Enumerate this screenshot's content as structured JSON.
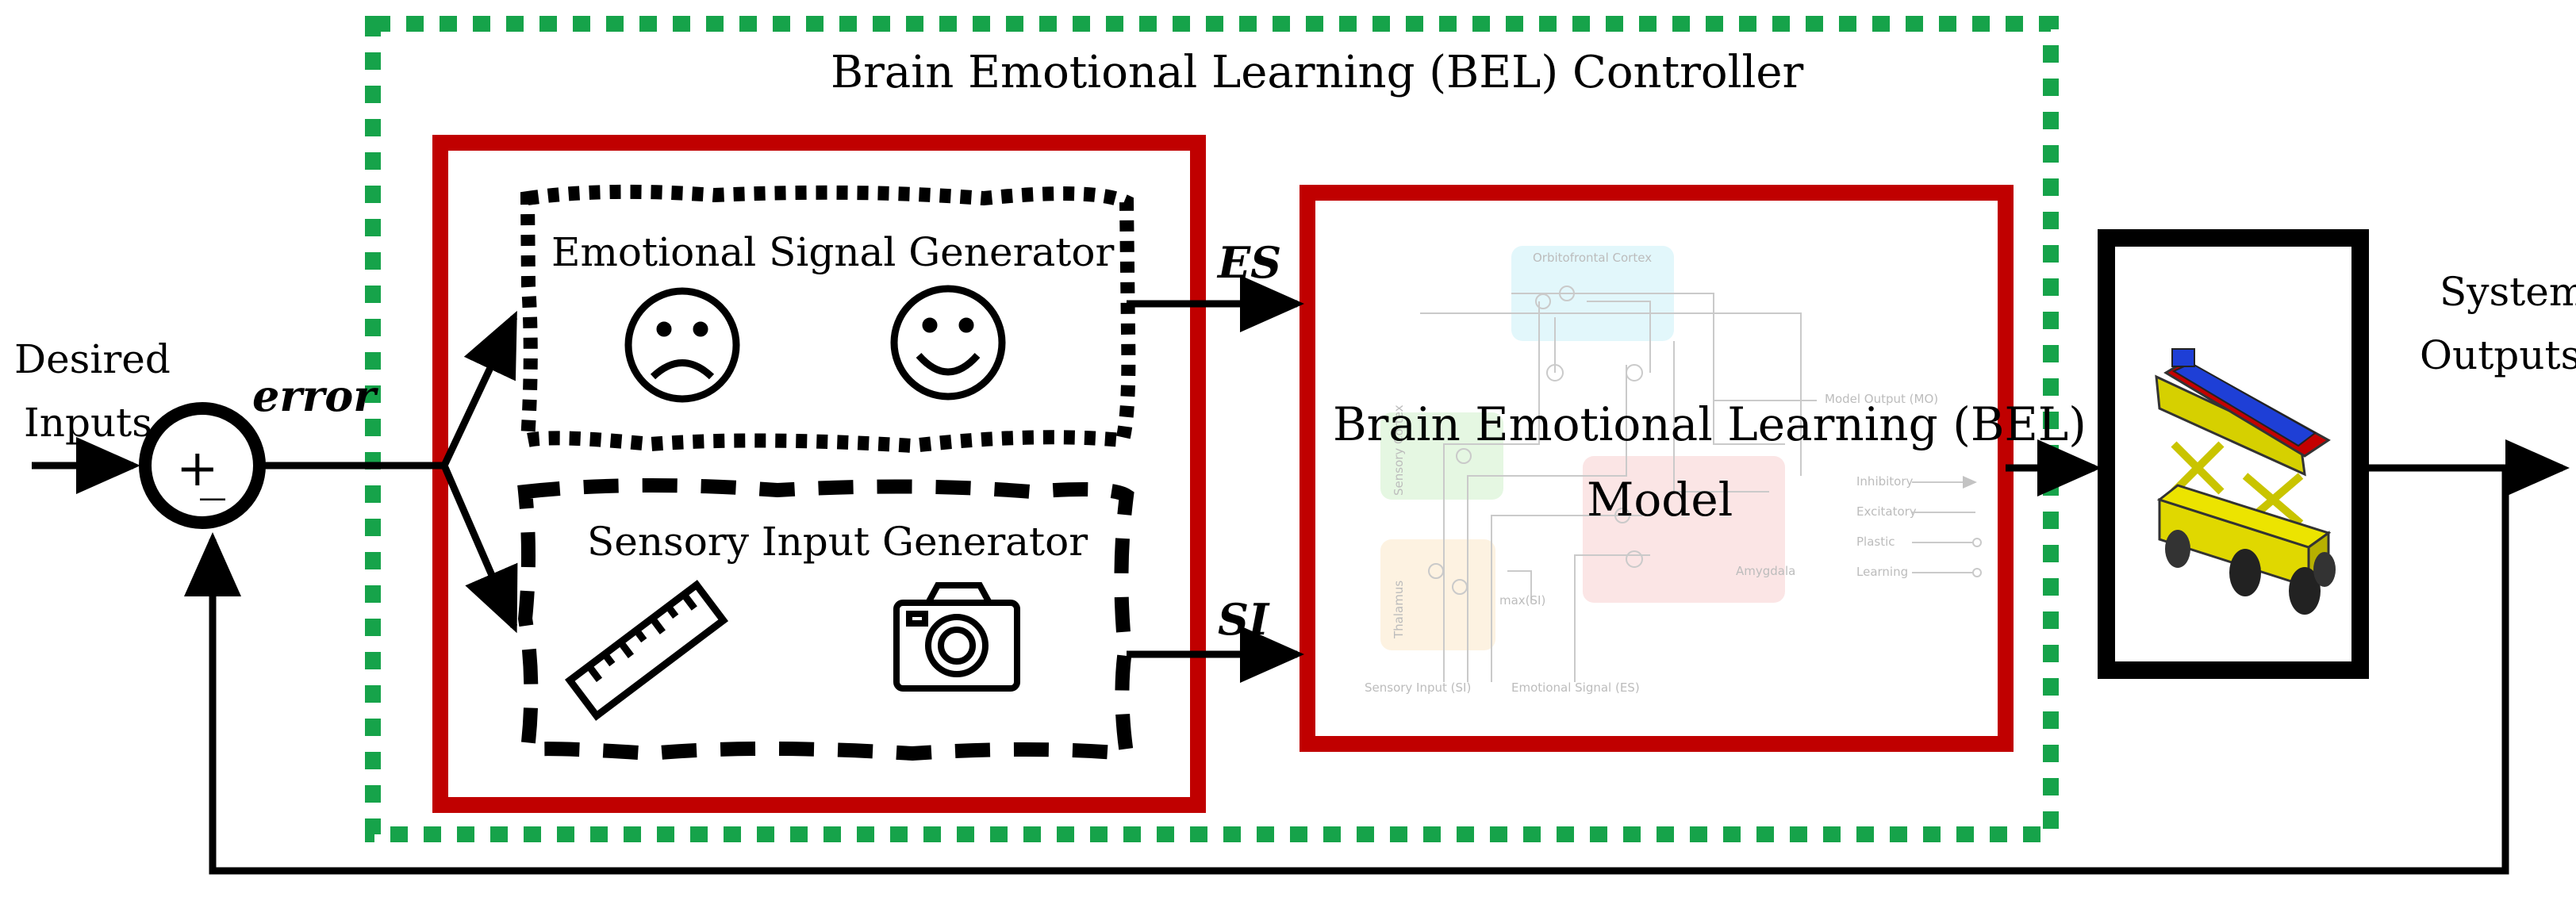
{
  "labels": {
    "desired_inputs_line1": "Desired",
    "desired_inputs_line2": "Inputs",
    "error": "error",
    "sum_symbol": "+",
    "minus_symbol": "_",
    "controller_title": "Brain Emotional Learning (BEL) Controller",
    "emotional_generator": "Emotional Signal Generator",
    "sensory_generator": "Sensory Input Generator",
    "es": "ES",
    "si": "SI",
    "model_title_line1": "Brain Emotional Learning (BEL)",
    "model_title_line2": "Model",
    "system_outputs_line1": "System",
    "system_outputs_line2": "Outputs"
  },
  "model_background": {
    "orbitofrontal": "Orbitofrontal Cortex",
    "sensory_cortex": "Sensory Cortex",
    "thalamus": "Thalamus",
    "amygdala": "Amygdala",
    "max_si": "max(SI)",
    "model_output": "Model Output (MO)",
    "sensory_input": "Sensory Input  (SI)",
    "emotional_signal": "Emotional Signal  (ES)",
    "legend_inhibitory": "Inhibitory",
    "legend_excitatory": "Excitatory",
    "legend_plastic": "Plastic",
    "legend_learning": "Learning"
  },
  "icons": [
    "sad-face-icon",
    "happy-face-icon",
    "ruler-icon",
    "camera-icon",
    "robot-platform-icon"
  ],
  "colors": {
    "controller_border": "#16a34a",
    "generator_border": "#c00000",
    "model_border": "#c00000",
    "plant_border": "#000000",
    "orbitofrontal_fill": "#dff6fb",
    "sensory_cortex_fill": "#e3f7df",
    "thalamus_fill": "#fdf1de",
    "amygdala_fill": "#fbe3e3"
  }
}
